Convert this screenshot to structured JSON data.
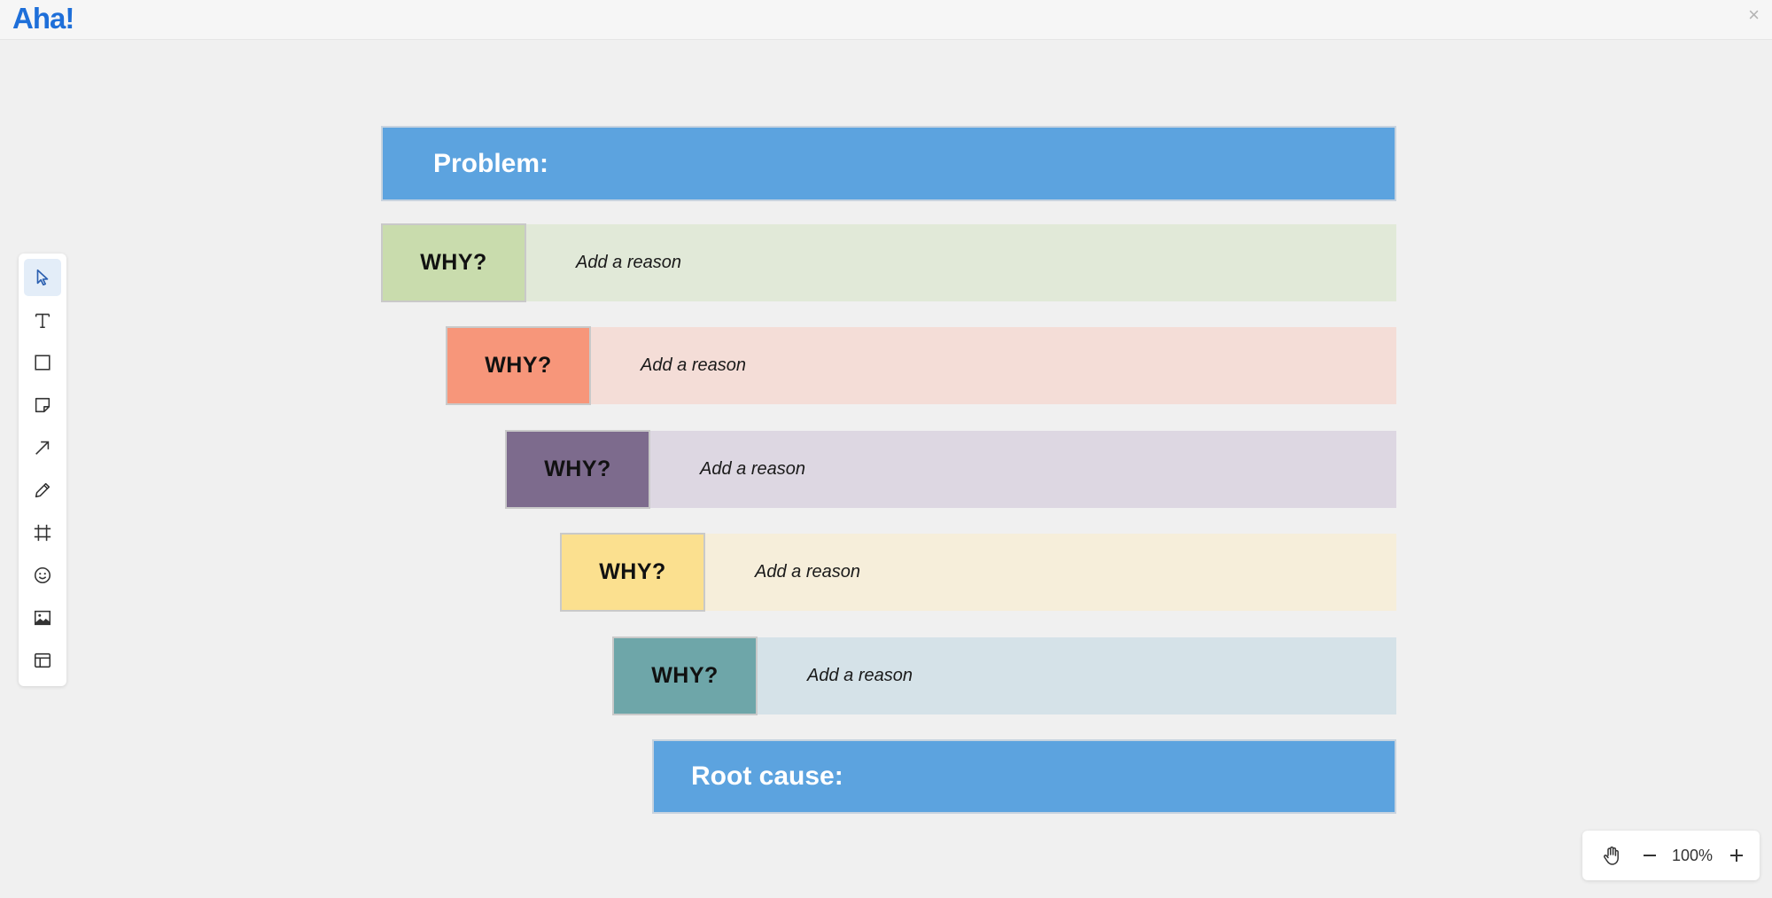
{
  "app": {
    "logo_text": "Aha!",
    "close_glyph": "×"
  },
  "toolbar": {
    "tools": [
      {
        "name": "select",
        "icon": "pointer-icon",
        "active": true
      },
      {
        "name": "text",
        "icon": "text-icon"
      },
      {
        "name": "shape",
        "icon": "rectangle-icon"
      },
      {
        "name": "sticky-note",
        "icon": "sticky-note-icon"
      },
      {
        "name": "arrow",
        "icon": "arrow-icon"
      },
      {
        "name": "pen",
        "icon": "pencil-icon"
      },
      {
        "name": "frame",
        "icon": "frame-icon"
      },
      {
        "name": "emoji",
        "icon": "emoji-icon"
      },
      {
        "name": "image",
        "icon": "image-icon"
      },
      {
        "name": "template",
        "icon": "template-icon"
      }
    ]
  },
  "canvas": {
    "problem_label": "Problem:",
    "root_cause_label": "Root cause:",
    "whys": [
      {
        "label": "WHY?",
        "reason": "Add a reason",
        "box_color": "#c9dcad",
        "row_color": "#e1e9d8"
      },
      {
        "label": "WHY?",
        "reason": "Add a reason",
        "box_color": "#f7967a",
        "row_color": "#f4ddd7"
      },
      {
        "label": "WHY?",
        "reason": "Add a reason",
        "box_color": "#7d6b8d",
        "row_color": "#ddd7e2"
      },
      {
        "label": "WHY?",
        "reason": "Add a reason",
        "box_color": "#fbe08f",
        "row_color": "#f6eeda"
      },
      {
        "label": "WHY?",
        "reason": "Add a reason",
        "box_color": "#6ea6a9",
        "row_color": "#d5e2e8"
      }
    ],
    "banner_color": "#5ca3df"
  },
  "zoom": {
    "level": "100%",
    "hand_icon": "hand-icon",
    "minus_icon": "minus-icon",
    "plus_icon": "plus-icon"
  }
}
